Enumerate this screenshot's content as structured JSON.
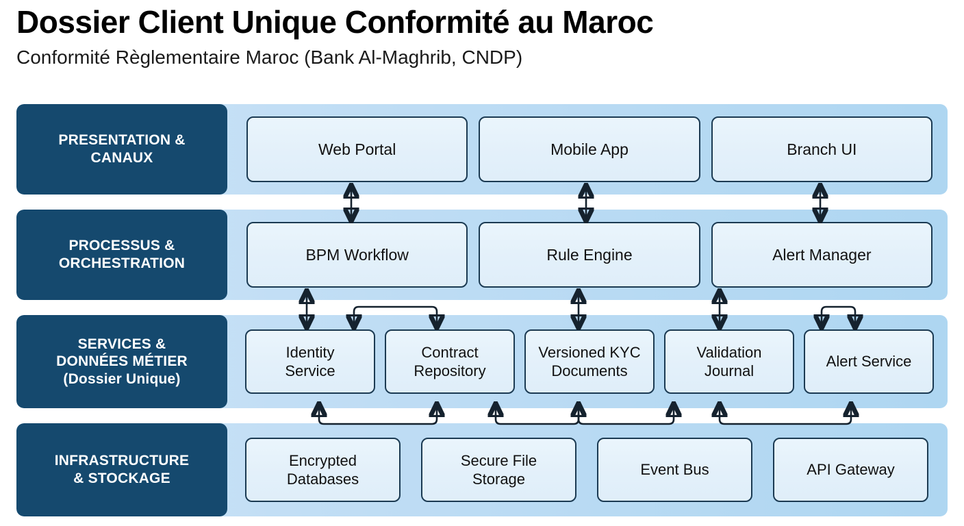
{
  "header": {
    "title": "Dossier Client Unique Conformité au Maroc",
    "subtitle": "Conformité Règlementaire Maroc (Bank Al-Maghrib, CNDP)"
  },
  "colors": {
    "label_block": "#15496e",
    "band_light": "#cfe6f7",
    "band_dark": "#aed6f1",
    "node_fill": "#eaf5fc",
    "node_border": "#1b3a52",
    "connector": "#15222e",
    "title_text": "#000000"
  },
  "layers": [
    {
      "id": "presentation",
      "label": "PRESENTATION &\nCANAUX",
      "label_lines": [
        "PRESENTATION &",
        "CANAUX"
      ],
      "nodes": [
        {
          "label": "Web Portal",
          "lines": [
            "Web Portal"
          ]
        },
        {
          "label": "Mobile App",
          "lines": [
            "Mobile App"
          ]
        },
        {
          "label": "Branch UI",
          "lines": [
            "Branch UI"
          ]
        }
      ]
    },
    {
      "id": "processus",
      "label": "PROCESSUS &\nORCHESTRATION",
      "label_lines": [
        "PROCESSUS &",
        "ORCHESTRATION"
      ],
      "nodes": [
        {
          "label": "BPM Workflow",
          "lines": [
            "BPM Workflow"
          ]
        },
        {
          "label": "Rule Engine",
          "lines": [
            "Rule Engine"
          ]
        },
        {
          "label": "Alert Manager",
          "lines": [
            "Alert Manager"
          ]
        }
      ]
    },
    {
      "id": "services",
      "label": "SERVICES &\nDONNÉES MÉTIER\n(Dossier Unique)",
      "label_lines": [
        "SERVICES &",
        "DONNÉES MÉTIER",
        "(Dossier Unique)"
      ],
      "nodes": [
        {
          "label": "Identity Service",
          "lines": [
            "Identity",
            "Service"
          ]
        },
        {
          "label": "Contract Repository",
          "lines": [
            "Contract",
            "Repository"
          ]
        },
        {
          "label": "Versioned KYC Documents",
          "lines": [
            "Versioned KYC",
            "Documents"
          ]
        },
        {
          "label": "Validation Journal",
          "lines": [
            "Validation",
            "Journal"
          ]
        },
        {
          "label": "Alert Service",
          "lines": [
            "Alert Service"
          ]
        }
      ]
    },
    {
      "id": "infrastructure",
      "label": "INFRASTRUCTURE\n& STOCKAGE",
      "label_lines": [
        "INFRASTRUCTURE",
        "& STOCKAGE"
      ],
      "nodes": [
        {
          "label": "Encrypted Databases",
          "lines": [
            "Encrypted",
            "Databases"
          ]
        },
        {
          "label": "Secure File Storage",
          "lines": [
            "Secure File",
            "Storage"
          ]
        },
        {
          "label": "Event Bus",
          "lines": [
            "Event Bus"
          ]
        },
        {
          "label": "API Gateway",
          "lines": [
            "API Gateway"
          ]
        }
      ]
    }
  ],
  "connectors": [
    {
      "from": "Web Portal",
      "to": "BPM Workflow",
      "style": "bidirectional"
    },
    {
      "from": "Mobile App",
      "to": "Rule Engine",
      "style": "bidirectional"
    },
    {
      "from": "Branch UI",
      "to": "Alert Manager",
      "style": "bidirectional"
    },
    {
      "from": "BPM Workflow",
      "to": "Identity Service",
      "style": "bidirectional"
    },
    {
      "from": "BPM Workflow",
      "to": "Contract Repository",
      "style": "elbow"
    },
    {
      "from": "Rule Engine",
      "to": "Versioned KYC Documents",
      "style": "bidirectional"
    },
    {
      "from": "Alert Manager",
      "to": "Validation Journal",
      "style": "bidirectional"
    },
    {
      "from": "Alert Manager",
      "to": "Alert Service",
      "style": "elbow"
    },
    {
      "from": "Contract Repository",
      "to": "Encrypted Databases",
      "style": "elbow"
    },
    {
      "from": "Versioned KYC Documents",
      "to": "Secure File Storage",
      "style": "elbow"
    },
    {
      "from": "Versioned KYC Documents",
      "to": "Event Bus",
      "style": "elbow"
    },
    {
      "from": "Validation Journal",
      "to": "API Gateway",
      "style": "elbow"
    }
  ]
}
